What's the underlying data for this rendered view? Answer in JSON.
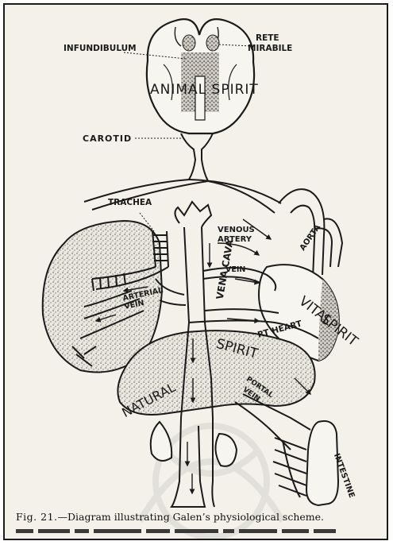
{
  "labels": {
    "infundibulum": "INFUNDIBULUM",
    "rete_1": "RETE",
    "rete_2": "MIRABILE",
    "animal_spirit": "ANIMAL SPIRIT",
    "carotid": "CAROTID",
    "trachea": "TRACHEA",
    "venous_artery_1": "VENOUS",
    "venous_artery_2": "ARTERY",
    "aorta": "AORTA",
    "vena_cava": "VENA CAVA",
    "vein": "VEIN",
    "arterial_vein_1": "ARTERIAL",
    "arterial_vein_2": "VEIN",
    "vital": "VITAL",
    "spirit": "SPIRIT",
    "rt_heart": "RT HEART",
    "natural": "NATURAL",
    "portal_1": "PORTAL",
    "portal_2": "VEIN",
    "intestine": "INTESTINE"
  },
  "caption": {
    "prefix": "Fig. 21.",
    "text": "—Diagram illustrating Galen’s physiological scheme."
  },
  "colors": {
    "ink": "#1a1a1a",
    "paper": "#f3f1ea",
    "stipple": "#6b6b6b"
  }
}
